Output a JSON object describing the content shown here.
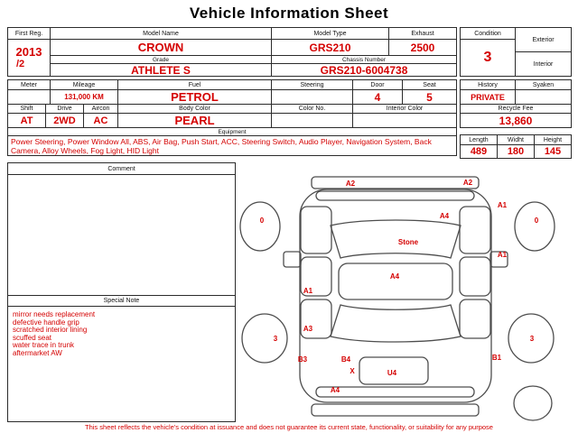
{
  "title": "Vehicle Information Sheet",
  "colors": {
    "accent": "#d40000",
    "border": "#2b2b2b"
  },
  "header_table": {
    "first_reg": {
      "label": "First Reg.",
      "year": "2013",
      "month": "/2"
    },
    "model_name": {
      "label": "Model Name",
      "value": "CROWN"
    },
    "model_type": {
      "label": "Model Type",
      "value": "GRS210"
    },
    "exhaust": {
      "label": "Exhaust",
      "value": "2500"
    },
    "condition": {
      "label": "Condition",
      "value": "3"
    },
    "exterior_label": "Exterior",
    "interior_label": "Interior",
    "grade": {
      "label": "Grade",
      "value": "ATHLETE S"
    },
    "chassis": {
      "label": "Chassis Number",
      "value": "GRS210-6004738"
    },
    "meter_label": "Meter",
    "mileage": {
      "label": "Mileage",
      "value": "131,000 KM"
    },
    "fuel": {
      "label": "Fuel",
      "value": "PETROL"
    },
    "steering_label": "Steering",
    "door": {
      "label": "Door",
      "value": "4"
    },
    "seat": {
      "label": "Seat",
      "value": "5"
    },
    "history": {
      "label": "History",
      "value": "PRIVATE"
    },
    "syaken_label": "Syaken",
    "shift": {
      "label": "Shift",
      "value": "AT"
    },
    "drive": {
      "label": "Drive",
      "value": "2WD"
    },
    "aircon": {
      "label": "Aircon",
      "value": "AC"
    },
    "body_color": {
      "label": "Body Color",
      "value": "PEARL"
    },
    "color_no_label": "Color No.",
    "interior_color_label": "Interior Color",
    "recycle_fee": {
      "label": "Recycle Fee",
      "value": "13,860"
    },
    "equipment": {
      "label": "Equipment",
      "value": "Power Steering, Power Window All, ABS, Air Bag, Push Start, ACC, Steering Switch, Audio Player, Navigation System, Back Camera, Alloy Wheels, Fog Light, HID Light"
    },
    "dimensions": {
      "length_label": "Length",
      "length": "489",
      "width_label": "Widht",
      "width": "180",
      "height_label": "Height",
      "height": "145"
    }
  },
  "comment": {
    "label": "Comment"
  },
  "special_note": {
    "label": "Special Note",
    "items": [
      "mirror needs replacement",
      "defective handle grip",
      "scratched interior lining",
      "scuffed seat",
      "water trace in trunk",
      "aftermarket AW"
    ]
  },
  "diagram": {
    "markers": {
      "front_bumper_left": "A2",
      "front_bumper_right": "A2",
      "hood": "A4",
      "front_right_fender": "A1",
      "front_left_wheel": "0",
      "front_right_wheel": "0",
      "windshield": "Stone",
      "right_front_door": "A1",
      "roof": "A4",
      "left_front_door": "A1",
      "left_rear_door": "A3",
      "rear_left_wheel": "3",
      "rear_right_wheel": "3",
      "rear_left_panel": "B3",
      "trunk_left": "B4",
      "trunk_x": "X",
      "trunk_center": "U4",
      "rear_right_panel": "B1",
      "rear_panel": "A4"
    }
  },
  "footer": "This sheet reflects the vehicle's condition at issuance and does not guarantee its current state, functionality, or suitability for any purpose"
}
